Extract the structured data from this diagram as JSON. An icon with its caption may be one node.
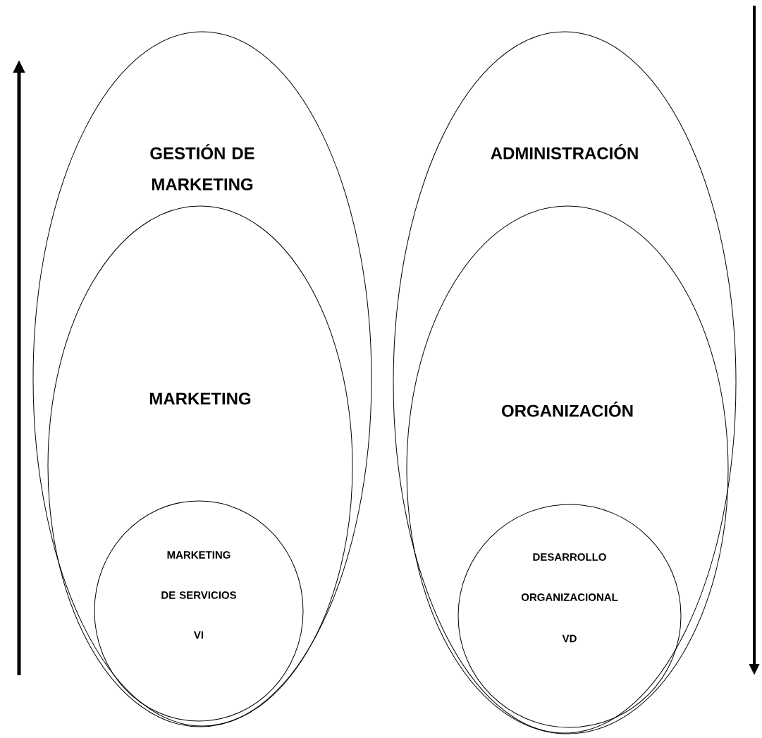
{
  "diagram": {
    "nodes": [
      {
        "text": [
          "GESTIÓN DE MARKETING"
        ]
      },
      {
        "text": [
          "MARKETING"
        ],
        "in": 0
      },
      {
        "text": [
          "MARKETING DE SERVICIOS",
          "VI"
        ],
        "in": 1
      },
      {
        "text": [
          "ADMINISTRACIÓN"
        ]
      },
      {
        "text": [
          "ORGANIZACIÓN"
        ],
        "in": 3
      },
      {
        "text": [
          "DESARROLLO ORGANIZACIONAL",
          "VD"
        ],
        "in": 4
      }
    ]
  }
}
